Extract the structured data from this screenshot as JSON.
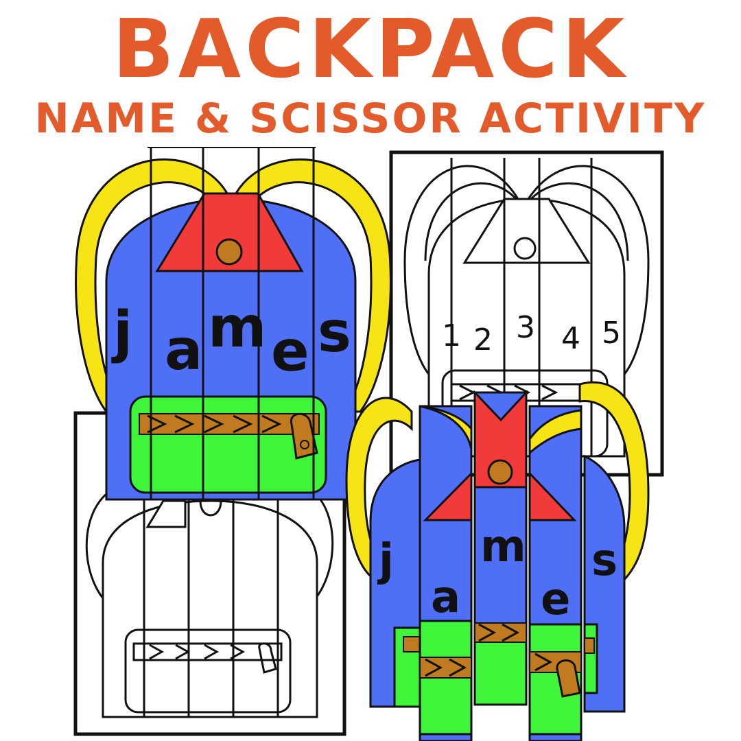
{
  "title": "BACKPACK",
  "subtitle": "NAME & SCISSOR ACTIVITY",
  "colors": {
    "title": "#e35a2b",
    "bag": "#4f6ff6",
    "straps": "#f7e414",
    "flap": "#f23a3a",
    "pocket": "#3ef53a",
    "zipper": "#c07b20",
    "button": "#c07b20"
  },
  "name_letters": [
    "j",
    "a",
    "m",
    "e",
    "s"
  ],
  "strip_numbers": [
    "1",
    "2",
    "3",
    "4",
    "5"
  ]
}
